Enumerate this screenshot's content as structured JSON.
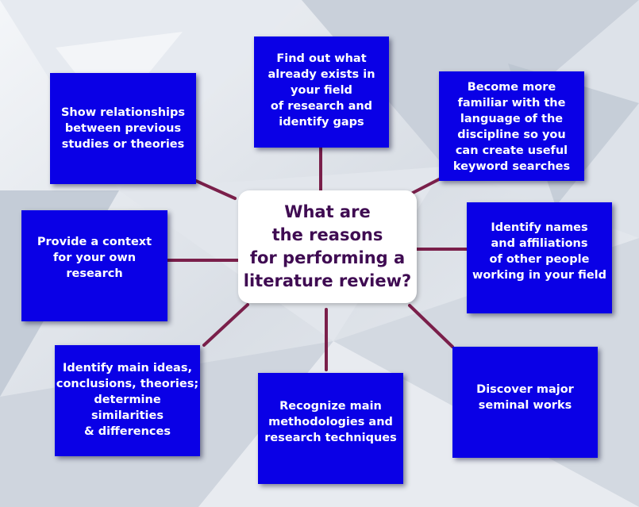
{
  "colors": {
    "box_fill": "#0a00e6",
    "box_text": "#ffffff",
    "connector": "#7a1f4a",
    "center_fill": "#ffffff",
    "center_text": "#3f0b52"
  },
  "center": {
    "text": "What are\nthe reasons\nfor performing a\nliterature review?"
  },
  "reasons": [
    {
      "id": "find-gaps",
      "text": "Find out what\nalready exists in\nyour field\nof research and\nidentify gaps"
    },
    {
      "id": "language",
      "text": "Become more\nfamiliar with the\nlanguage of the\ndiscipline so you\ncan create useful\nkeyword searches"
    },
    {
      "id": "names",
      "text": "Identify names\nand affiliations\nof other people\nworking in your field"
    },
    {
      "id": "seminal",
      "text": "Discover major\nseminal works"
    },
    {
      "id": "methodologies",
      "text": "Recognize main\nmethodologies and\nresearch techniques"
    },
    {
      "id": "main-ideas",
      "text": "Identify main ideas,\nconclusions, theories;\ndetermine\nsimilarities\n& differences"
    },
    {
      "id": "context",
      "text": "Provide a context\nfor your own\nresearch"
    },
    {
      "id": "relationships",
      "text": "Show relationships\nbetween previous\nstudies or theories"
    }
  ]
}
